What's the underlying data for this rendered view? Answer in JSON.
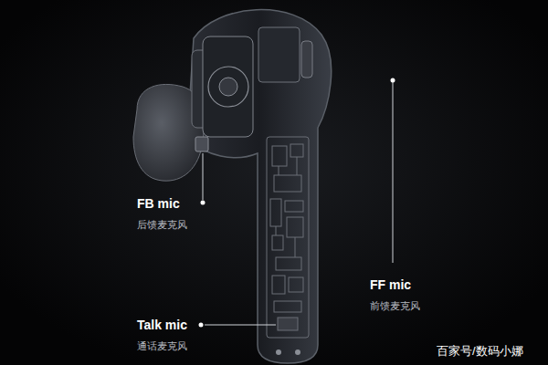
{
  "diagram": {
    "labels": [
      "FB mic",
      "后馈麦克风",
      "FF mic",
      "前馈麦克风",
      "Talk mic",
      "通话麦克风",
      "百家号/数码小娜"
    ]
  }
}
